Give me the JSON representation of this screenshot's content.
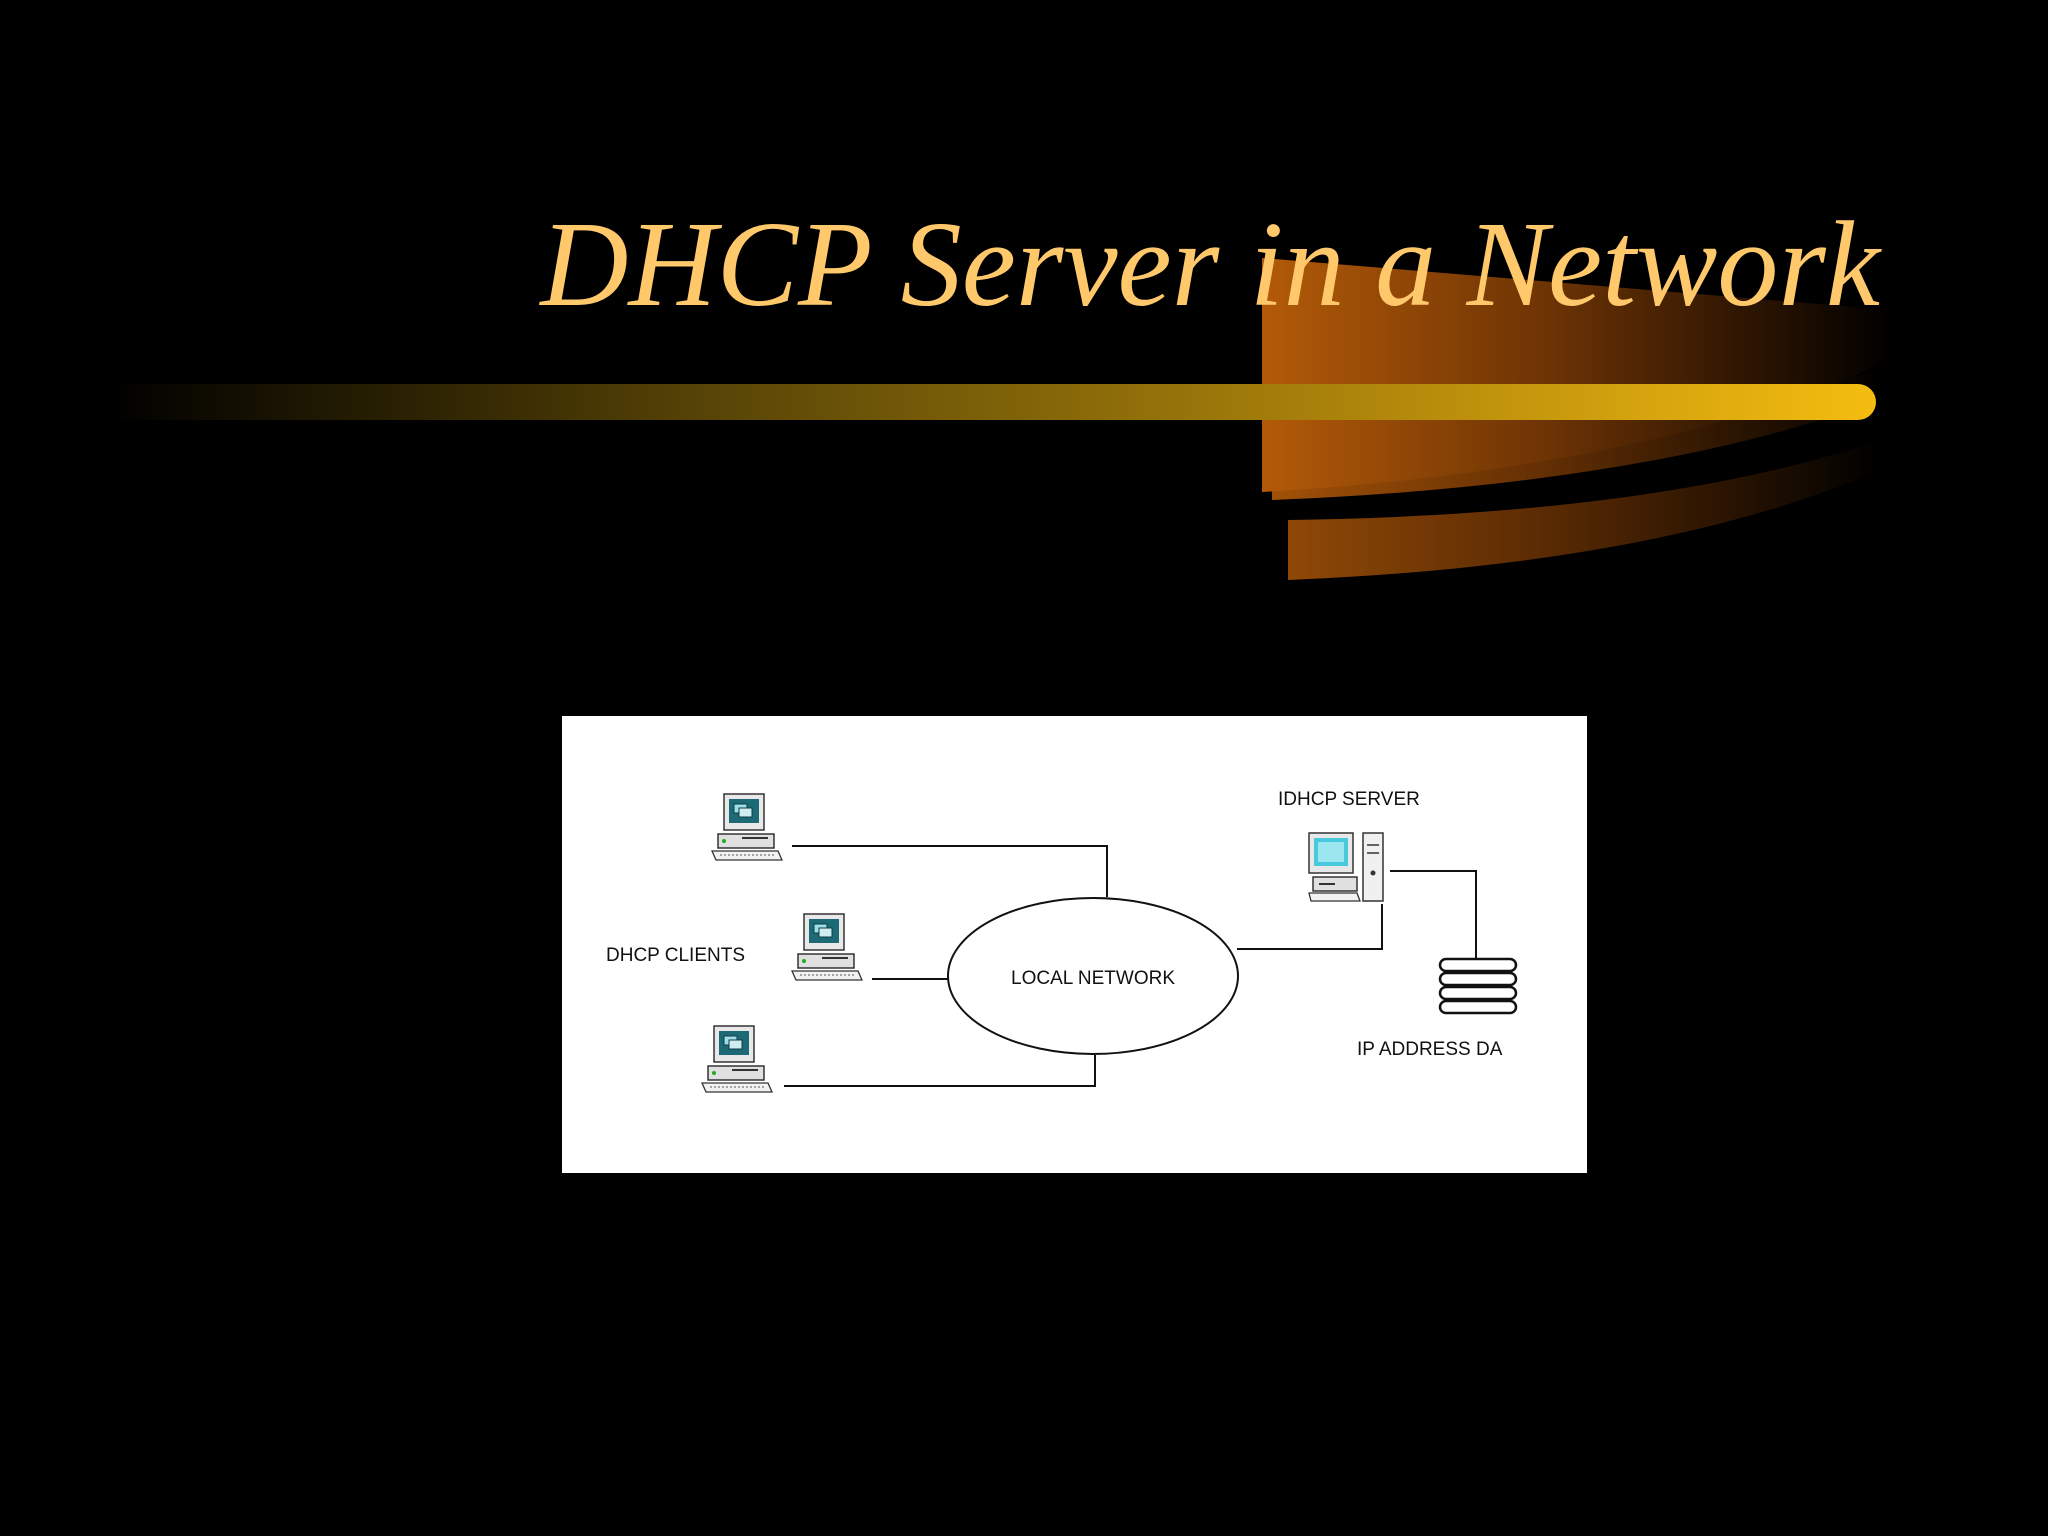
{
  "slide": {
    "title": "DHCP Server in a Network",
    "title_color": "#ffc96b",
    "background": "#000000"
  },
  "diagram": {
    "labels": {
      "dhcp_server": "IDHCP SERVER",
      "dhcp_clients": "DHCP CLIENTS",
      "local_network": "LOCAL NETWORK",
      "ip_address_db": "IP ADDRESS DA"
    },
    "icons": [
      "client-computer-icon",
      "client-computer-icon",
      "client-computer-icon",
      "server-computer-icon",
      "database-icon"
    ]
  }
}
